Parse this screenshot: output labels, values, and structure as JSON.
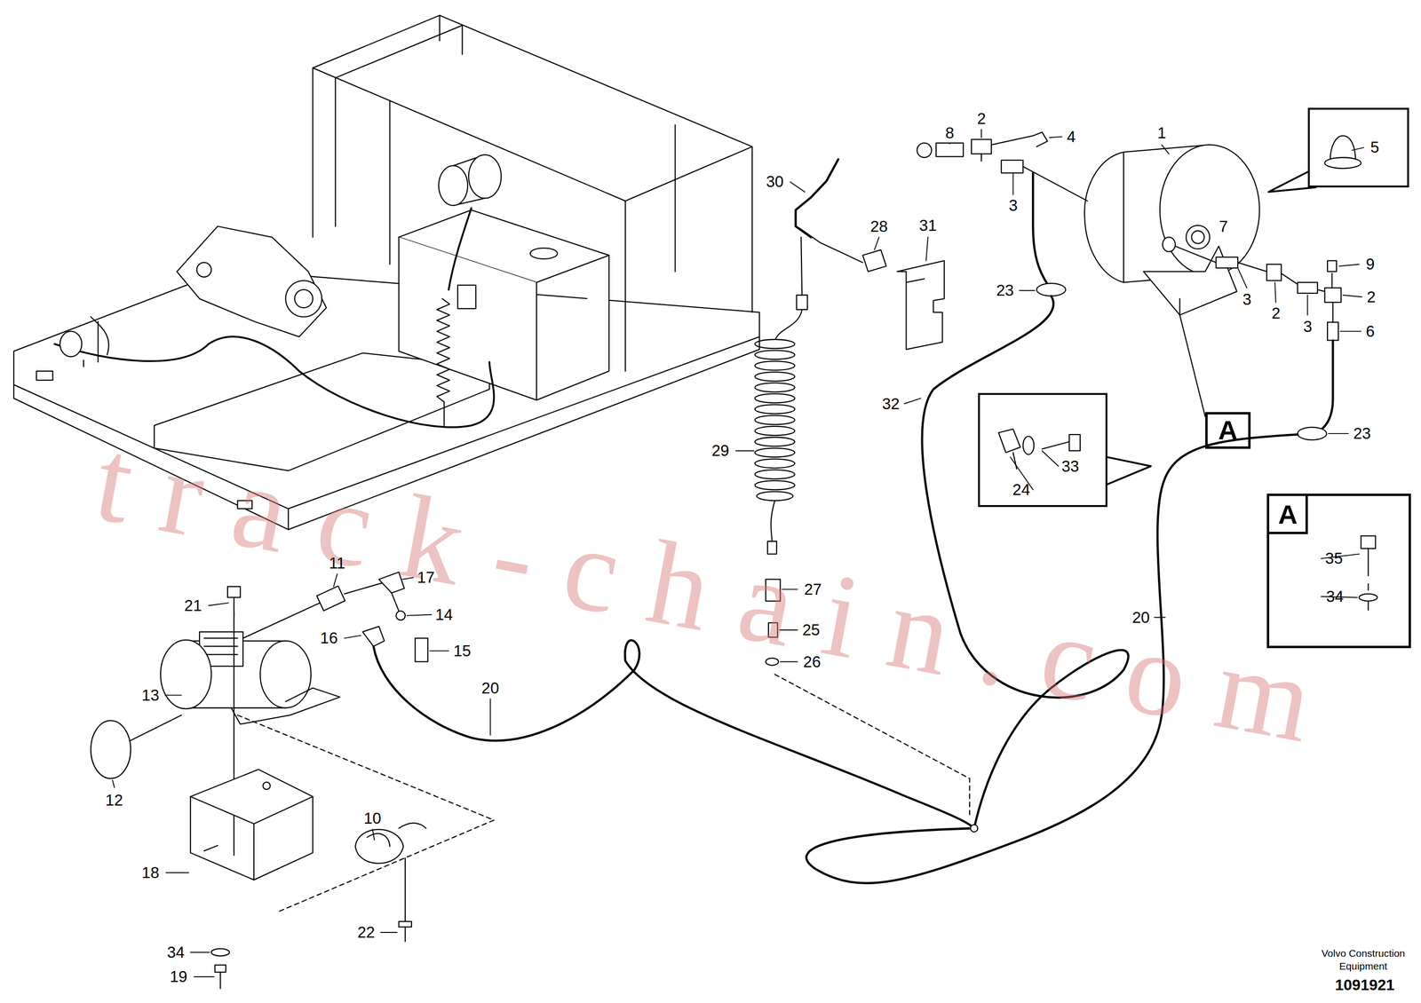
{
  "diagram": {
    "nodes": [
      {
        "text": [
          "5"
        ]
      },
      {
        "text": [
          "24",
          "33"
        ]
      },
      {
        "text": [
          "A"
        ]
      },
      {
        "text": [
          "35",
          "34"
        ]
      },
      {
        "text": [
          "A"
        ],
        "in": 3
      }
    ],
    "labels": [
      "1",
      "2",
      "4",
      "8",
      "30",
      "28",
      "31",
      "3",
      "23",
      "7",
      "9",
      "3",
      "2",
      "2",
      "3",
      "6",
      "32",
      "29",
      "23",
      "11",
      "17",
      "21",
      "14",
      "27",
      "16",
      "15",
      "25",
      "26",
      "20",
      "13",
      "20",
      "12",
      "10",
      "18",
      "22",
      "34",
      "19",
      "track-chain.com",
      "Volvo Construction Equipment",
      "1091921"
    ]
  }
}
